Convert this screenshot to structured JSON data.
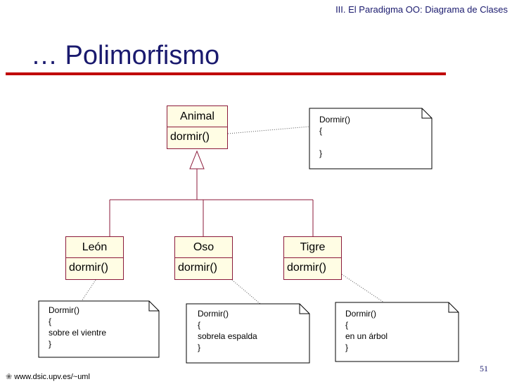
{
  "header": {
    "section": "III. El Paradigma OO: Diagrama de Clases"
  },
  "title": "… Polimorfismo",
  "classes": {
    "animal": {
      "name": "Animal",
      "op": "dormir()"
    },
    "leon": {
      "name": "León",
      "op": "dormir()"
    },
    "oso": {
      "name": "Oso",
      "op": "dormir()"
    },
    "tigre": {
      "name": "Tigre",
      "op": "dormir()"
    }
  },
  "notes": {
    "animal": {
      "text": "Dormir()\n{\n\n}"
    },
    "leon": {
      "text": "Dormir()\n{\nsobre el vientre\n}"
    },
    "oso": {
      "text": "Dormir()\n{\nsobrela espalda\n}"
    },
    "tigre": {
      "text": "Dormir()\n{\nen un árbol\n}"
    }
  },
  "footer": {
    "url": "www.dsic.upv.es/~uml",
    "page": "51",
    "url_icon": "globe-icon"
  },
  "colors": {
    "title": "#1a1a6e",
    "rule": "#c00000",
    "class_border": "#8b1a3a",
    "class_fill": "#fffde4"
  }
}
